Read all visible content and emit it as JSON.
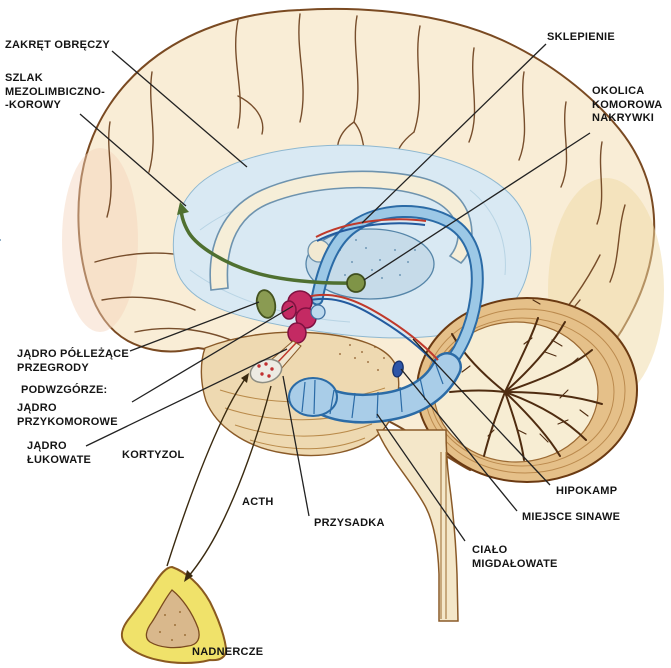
{
  "diagram": {
    "description_labels": "Polish anatomical labels of a mid-sagittal brain diagram (limbic / HPA axis)",
    "labels": [
      {
        "id": "zakret-obreczy",
        "text": "ZAKRĘT OBRĘCZY"
      },
      {
        "id": "szlak-mezolimbiczno-korowy",
        "text": "SZLAK\nMEZOLIMBICZNO-\n-KOROWY"
      },
      {
        "id": "sklepienie",
        "text": "SKLEPIENIE"
      },
      {
        "id": "okolica-komorowa-nakrywki",
        "text": "OKOLICA\nKOMOROWA\nNAKRYWKI"
      },
      {
        "id": "jadro-pollezace-przegrody",
        "text": "JĄDRO PÓŁLEŻĄCE\nPRZEGRODY"
      },
      {
        "id": "podwzgorze",
        "text": "PODWZGÓRZE:"
      },
      {
        "id": "jadro-przykomorowe",
        "text": "JĄDRO\nPRZYKOMOROWE"
      },
      {
        "id": "jadro-lukowate",
        "text": "JĄDRO\nŁUKOWATE"
      },
      {
        "id": "kortyzol",
        "text": "KORTYZOL"
      },
      {
        "id": "acth",
        "text": "ACTH"
      },
      {
        "id": "przysadka",
        "text": "PRZYSADKA"
      },
      {
        "id": "hipokamp",
        "text": "HIPOKAMP"
      },
      {
        "id": "miejsce-sinawe",
        "text": "MIEJSCE SINAWE"
      },
      {
        "id": "cialo-migdalowate",
        "text": "CIAŁO\nMIGDAŁOWATE"
      },
      {
        "id": "nadnercze",
        "text": "NADNERCZE"
      }
    ],
    "colors": {
      "background": "#ffffff",
      "cortex_cream": "#f9edd6",
      "outline_brown": "#7a4a22",
      "limbic_blue_fill": "#d9e9f3",
      "corpus_callosum_cream": "#f6eed8",
      "fornix_blue": "#9cc8e6",
      "fornix_outline": "#2b6ba6",
      "thalamus_blue": "#c6dbe9",
      "cerebellum_tan": "#e5c089",
      "cerebellum_inner_cream": "#f7edd3",
      "brainstem_tan": "#eed9b1",
      "pathway_green": "#4f7030",
      "nucleus_green": "#7f9447",
      "hypothalamus_magenta": "#c42a63",
      "locus_coeruleus_blue": "#2d55a8",
      "pituitary_white": "#edebe3",
      "adrenal_yellow": "#f0e26a",
      "adrenal_medulla_tan": "#d9b88c",
      "artery_red": "#c0392b",
      "vein_blue": "#235a9e",
      "label_color": "#141414"
    }
  }
}
